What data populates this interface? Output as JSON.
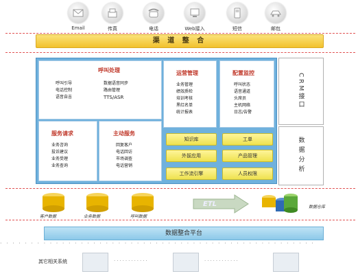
{
  "channels": [
    {
      "label": "Email",
      "icon": "email-icon"
    },
    {
      "label": "传真",
      "icon": "fax-icon"
    },
    {
      "label": "电话",
      "icon": "phone-icon"
    },
    {
      "label": "Web接入",
      "icon": "web-icon"
    },
    {
      "label": "短信",
      "icon": "sms-icon"
    },
    {
      "label": "邮包",
      "icon": "mail-package-icon"
    }
  ],
  "integration_bar": "渠 道 整 合",
  "call_processing": {
    "title": "呼叫处理",
    "left_items": [
      "呼叫引导",
      "电话控制",
      "语音自吉"
    ],
    "right_items": [
      "数据语音同步",
      "路由管理",
      "TTS/ASR"
    ]
  },
  "operations": {
    "title": "运营管理",
    "items": [
      "业务管理",
      "绩效质检",
      "培训考核",
      "黑红名单",
      "统计报表"
    ]
  },
  "config_monitor": {
    "title": "配置监控",
    "items": [
      "呼叫状态",
      "语音通道",
      "头席员",
      "主机网络",
      "日志/告警"
    ]
  },
  "service_request": {
    "title": "服务请求",
    "items": [
      "业务咨询",
      "投诉建议",
      "业务受理",
      "业务查询"
    ]
  },
  "active_service": {
    "title": "主动服务",
    "items": [
      "回复客户",
      "电话回访",
      "市场调查",
      "电话营销"
    ]
  },
  "yellow_buttons": [
    "知识库",
    "工单",
    "外拔应用",
    "产品管理",
    "工作流引擎",
    "人员权限"
  ],
  "crm": "CRM接口",
  "data_analysis": "数据分析",
  "databases": [
    "客户数据",
    "业务数据",
    "呼叫数据"
  ],
  "etl": "ETL",
  "data_warehouse": "数据仓库",
  "platform_bar": "数据整合平台",
  "other_systems": "其它相关系统",
  "colors": {
    "panel_blue": "#6fb1dd",
    "bar_yellow": "#f2c22d",
    "db_yellow": "#e8b400",
    "dash_red": "#e05050"
  }
}
